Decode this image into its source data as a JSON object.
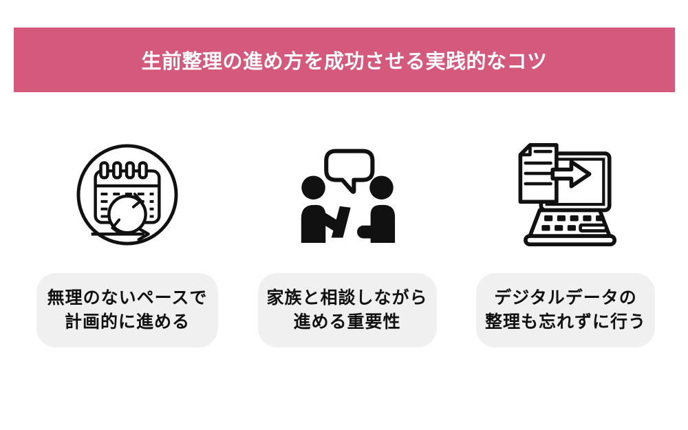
{
  "header": {
    "title": "生前整理の進め方を成功させる実践的なコツ"
  },
  "columns": [
    {
      "icon": "calendar-cycle-icon",
      "label_lines": [
        "無理のないペースで",
        "計画的に進める"
      ]
    },
    {
      "icon": "family-discussion-icon",
      "label_lines": [
        "家族と相談しながら",
        "進める重要性"
      ]
    },
    {
      "icon": "digital-data-transfer-icon",
      "label_lines": [
        "デジタルデータの",
        "整理も忘れずに行う"
      ]
    }
  ],
  "colors": {
    "header_bg": "#d5597c",
    "header_text": "#ffffff",
    "label_box_bg": "#f0f0f1",
    "label_text": "#111111",
    "icon_color": "#111111",
    "page_bg": "#ffffff"
  }
}
